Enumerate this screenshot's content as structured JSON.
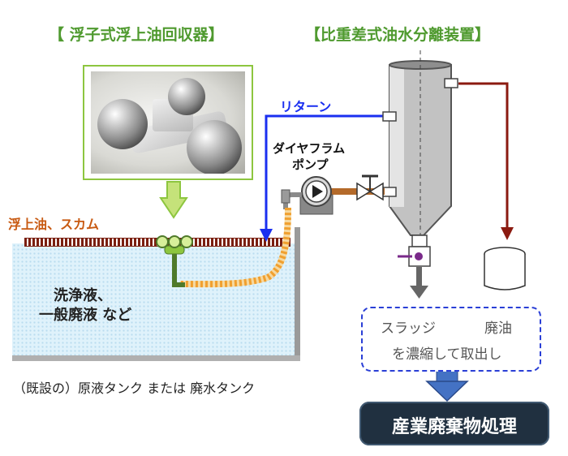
{
  "titles": {
    "left": "【 浮子式浮上油回収器】",
    "right": "【比重差式油水分離装置】"
  },
  "labels": {
    "return": "リターン",
    "pump_line1": "ダイヤフラム",
    "pump_line2": "ポンプ",
    "floating_oil": "浮上油、スカム",
    "liquid_line1": "洗浄液、",
    "liquid_line2": "一般廃液 など",
    "tank_caption": "（既設の）原液タンク または 廃水タンク"
  },
  "output_box": {
    "line1_left": "スラッジ",
    "line1_right": "廃油",
    "line2": "を濃縮して取出し"
  },
  "final_box": {
    "label": "産業廃棄物処理"
  },
  "colors": {
    "title_green": "#4f9a2f",
    "return_blue": "#1a2ff0",
    "oil_line_red": "#8b1a10",
    "scum_color": "#c85a12",
    "hose_orange": "#f0a030",
    "float_green": "#8dc63f",
    "vessel_gray": "#b5b5b5",
    "final_box_navy": "#203040",
    "dashed_border_blue": "#2a3fd6"
  }
}
